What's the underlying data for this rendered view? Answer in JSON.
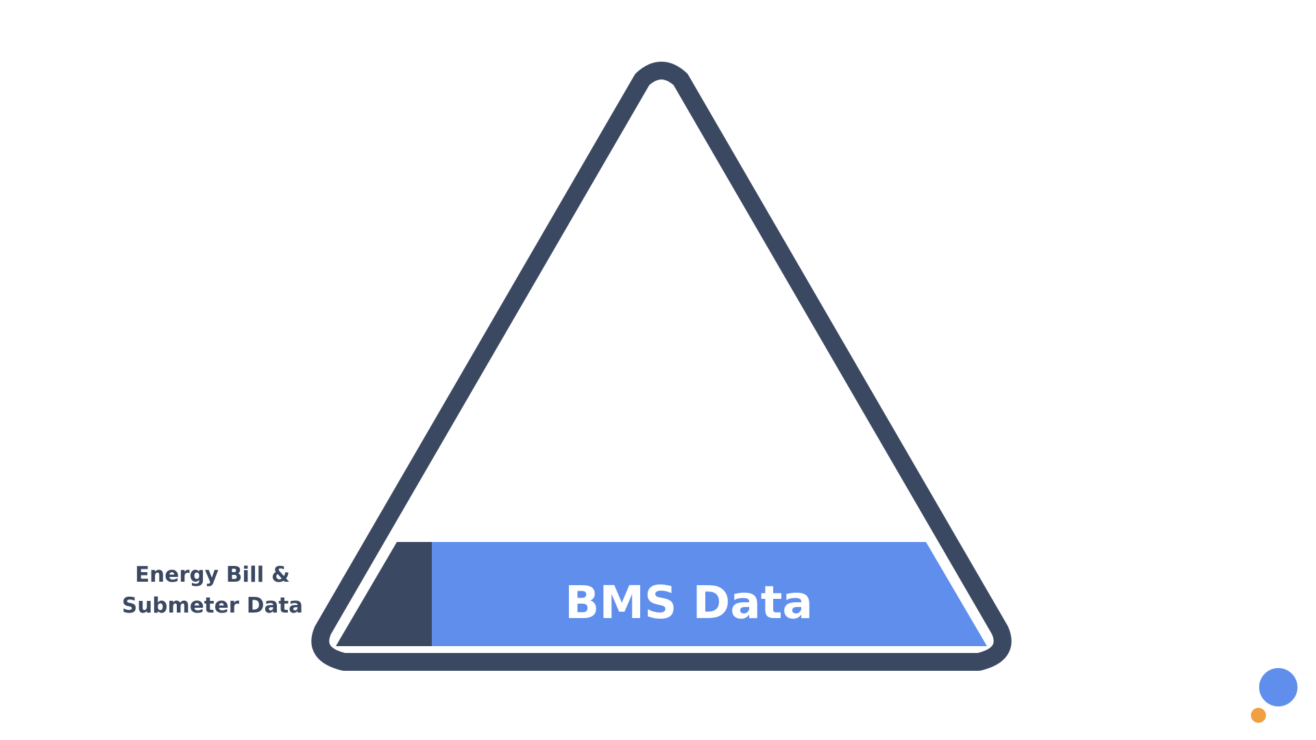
{
  "diagram": {
    "layers": [
      {
        "label": "BMS Data"
      },
      {
        "label_lines": [
          "Energy Bill &",
          "Submeter Data"
        ]
      }
    ]
  },
  "colors": {
    "outline": "#3a4862",
    "accent": "#5f8eec",
    "band_text": "#ffffff",
    "logo_primary": "#5f8eec",
    "logo_secondary": "#f0a040"
  },
  "logo": {
    "icon": "two-dot-logo-icon"
  }
}
